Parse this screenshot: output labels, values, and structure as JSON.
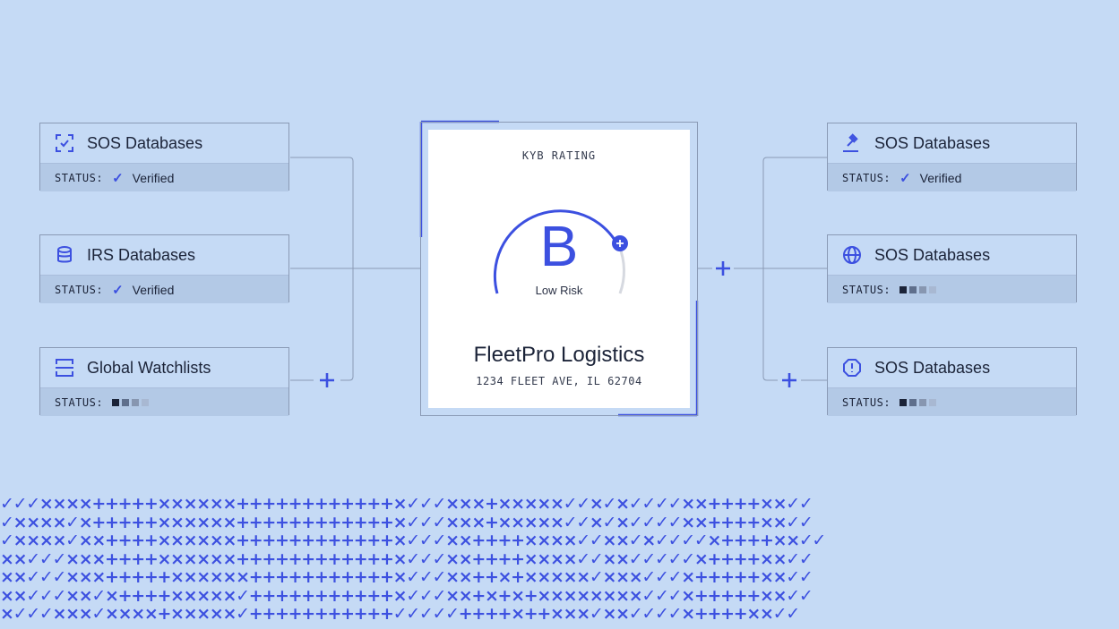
{
  "colors": {
    "background": "#c5daf5",
    "accent": "#3c50e0",
    "border": "#8a9ab5",
    "status_bg": "#b3c9e6",
    "text": "#1b2338"
  },
  "left_cards": [
    {
      "title": "SOS Databases",
      "icon": "scan-check-icon",
      "status_label": "STATUS:",
      "status": "Verified"
    },
    {
      "title": "IRS Databases",
      "icon": "database-icon",
      "status_label": "STATUS:",
      "status": "Verified"
    },
    {
      "title": "Global Watchlists",
      "icon": "scan-line-icon",
      "status_label": "STATUS:",
      "status": "",
      "progress_steps": 2
    }
  ],
  "right_cards": [
    {
      "title": "SOS Databases",
      "icon": "gavel-icon",
      "status_label": "STATUS:",
      "status": "Verified"
    },
    {
      "title": "SOS Databases",
      "icon": "globe-icon",
      "status_label": "STATUS:",
      "status": "",
      "progress_steps": 2
    },
    {
      "title": "SOS Databases",
      "icon": "alert-octagon-icon",
      "status_label": "STATUS:",
      "status": "",
      "progress_steps": 2
    }
  ],
  "rating": {
    "label": "KYB RATING",
    "grade": "B",
    "risk": "Low Risk",
    "company": "FleetPro Logistics",
    "address": "1234 FLEET AVE, IL 62704"
  },
  "pattern_rows": [
    "✓✓✓××××+++++××××××++++++++++++×✓✓✓×××+×××××✓✓×✓×✓✓✓✓××++++××✓✓",
    "✓××××✓×+++++××××××++++++++++++×✓✓✓×××+×××××✓✓×✓×✓✓✓✓××++++××✓✓",
    "✓××××✓××++++××××××++++++++++++×✓✓✓××++++××××✓✓××✓×✓✓✓✓×++++××✓✓",
    "××✓✓✓×××++++××××××++++++++++++×✓✓✓××++++××××✓✓××✓✓✓✓✓×++++××✓✓",
    "××✓✓✓×××+++++××××××+++++++++++×✓✓✓××++×+×××××✓×××✓✓✓×+++++××✓✓",
    "××✓✓✓××✓×++++×××××✓+++++++++++×✓✓✓××+×+×+××××××××✓✓✓×+++++××✓✓",
    "×✓✓✓×××✓××××+×××××✓+++++++++++✓✓✓✓✓++++×++×××✓××✓✓✓✓×++++××✓✓"
  ]
}
